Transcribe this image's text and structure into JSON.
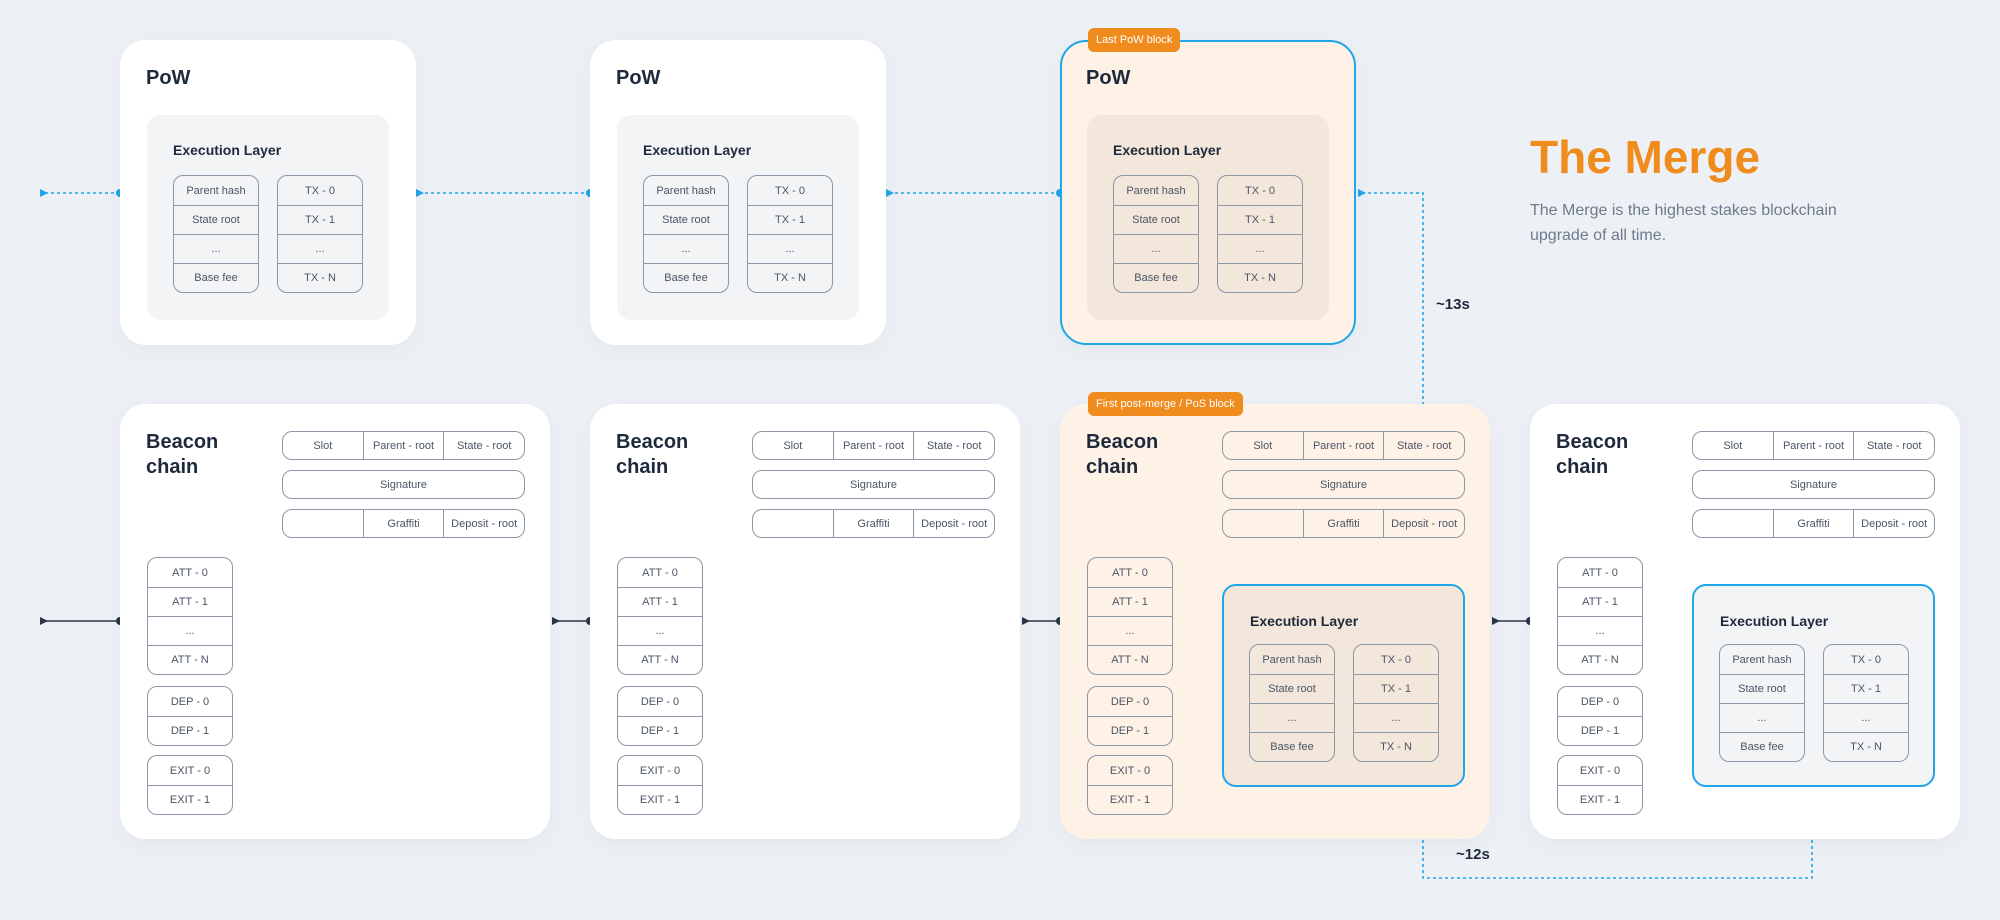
{
  "header": {
    "title": "The Merge",
    "description": "The Merge is the highest stakes blockchain upgrade of all time."
  },
  "colors": {
    "accent": "#f08c1e",
    "link": "#1ea6e8",
    "highlight_bg": "#fef2e6"
  },
  "timing": {
    "pow_interval": "~13s",
    "pos_interval": "~12s"
  },
  "badges": {
    "last_pow": "Last PoW block",
    "first_pos": "First post-merge / PoS block"
  },
  "pow_blocks": [
    {
      "title": "PoW",
      "exec_title": "Execution Layer",
      "header_fields": [
        "Parent hash",
        "State root",
        "...",
        "Base fee"
      ],
      "transactions": [
        "TX - 0",
        "TX - 1",
        "...",
        "TX - N"
      ]
    },
    {
      "title": "PoW",
      "exec_title": "Execution Layer",
      "header_fields": [
        "Parent hash",
        "State root",
        "...",
        "Base fee"
      ],
      "transactions": [
        "TX - 0",
        "TX - 1",
        "...",
        "TX - N"
      ]
    },
    {
      "title": "PoW",
      "exec_title": "Execution Layer",
      "header_fields": [
        "Parent hash",
        "State root",
        "...",
        "Base fee"
      ],
      "transactions": [
        "TX - 0",
        "TX - 1",
        "...",
        "TX - N"
      ]
    }
  ],
  "beacon_blocks": [
    {
      "title": "Beacon\nchain",
      "header_row1": [
        "Slot",
        "Parent - root",
        "State - root"
      ],
      "signature": "Signature",
      "header_row3": [
        "",
        "Graffiti",
        "Deposit - root"
      ],
      "attestations": [
        "ATT - 0",
        "ATT - 1",
        "...",
        "ATT - N"
      ],
      "deposits": [
        "DEP - 0",
        "DEP - 1"
      ],
      "exits": [
        "EXIT - 0",
        "EXIT - 1"
      ]
    },
    {
      "title": "Beacon\nchain",
      "header_row1": [
        "Slot",
        "Parent - root",
        "State - root"
      ],
      "signature": "Signature",
      "header_row3": [
        "",
        "Graffiti",
        "Deposit - root"
      ],
      "attestations": [
        "ATT - 0",
        "ATT - 1",
        "...",
        "ATT - N"
      ],
      "deposits": [
        "DEP - 0",
        "DEP - 1"
      ],
      "exits": [
        "EXIT - 0",
        "EXIT - 1"
      ]
    },
    {
      "title": "Beacon\nchain",
      "header_row1": [
        "Slot",
        "Parent - root",
        "State - root"
      ],
      "signature": "Signature",
      "header_row3": [
        "",
        "Graffiti",
        "Deposit - root"
      ],
      "attestations": [
        "ATT - 0",
        "ATT - 1",
        "...",
        "ATT - N"
      ],
      "deposits": [
        "DEP - 0",
        "DEP - 1"
      ],
      "exits": [
        "EXIT - 0",
        "EXIT - 1"
      ],
      "execution": {
        "title": "Execution Layer",
        "header_fields": [
          "Parent hash",
          "State root",
          "...",
          "Base fee"
        ],
        "transactions": [
          "TX - 0",
          "TX - 1",
          "...",
          "TX - N"
        ]
      }
    },
    {
      "title": "Beacon\nchain",
      "header_row1": [
        "Slot",
        "Parent - root",
        "State - root"
      ],
      "signature": "Signature",
      "header_row3": [
        "",
        "Graffiti",
        "Deposit - root"
      ],
      "attestations": [
        "ATT - 0",
        "ATT - 1",
        "...",
        "ATT - N"
      ],
      "deposits": [
        "DEP - 0",
        "DEP - 1"
      ],
      "exits": [
        "EXIT - 0",
        "EXIT - 1"
      ],
      "execution": {
        "title": "Execution Layer",
        "header_fields": [
          "Parent hash",
          "State root",
          "...",
          "Base fee"
        ],
        "transactions": [
          "TX - 0",
          "TX - 1",
          "...",
          "TX - N"
        ]
      }
    }
  ]
}
